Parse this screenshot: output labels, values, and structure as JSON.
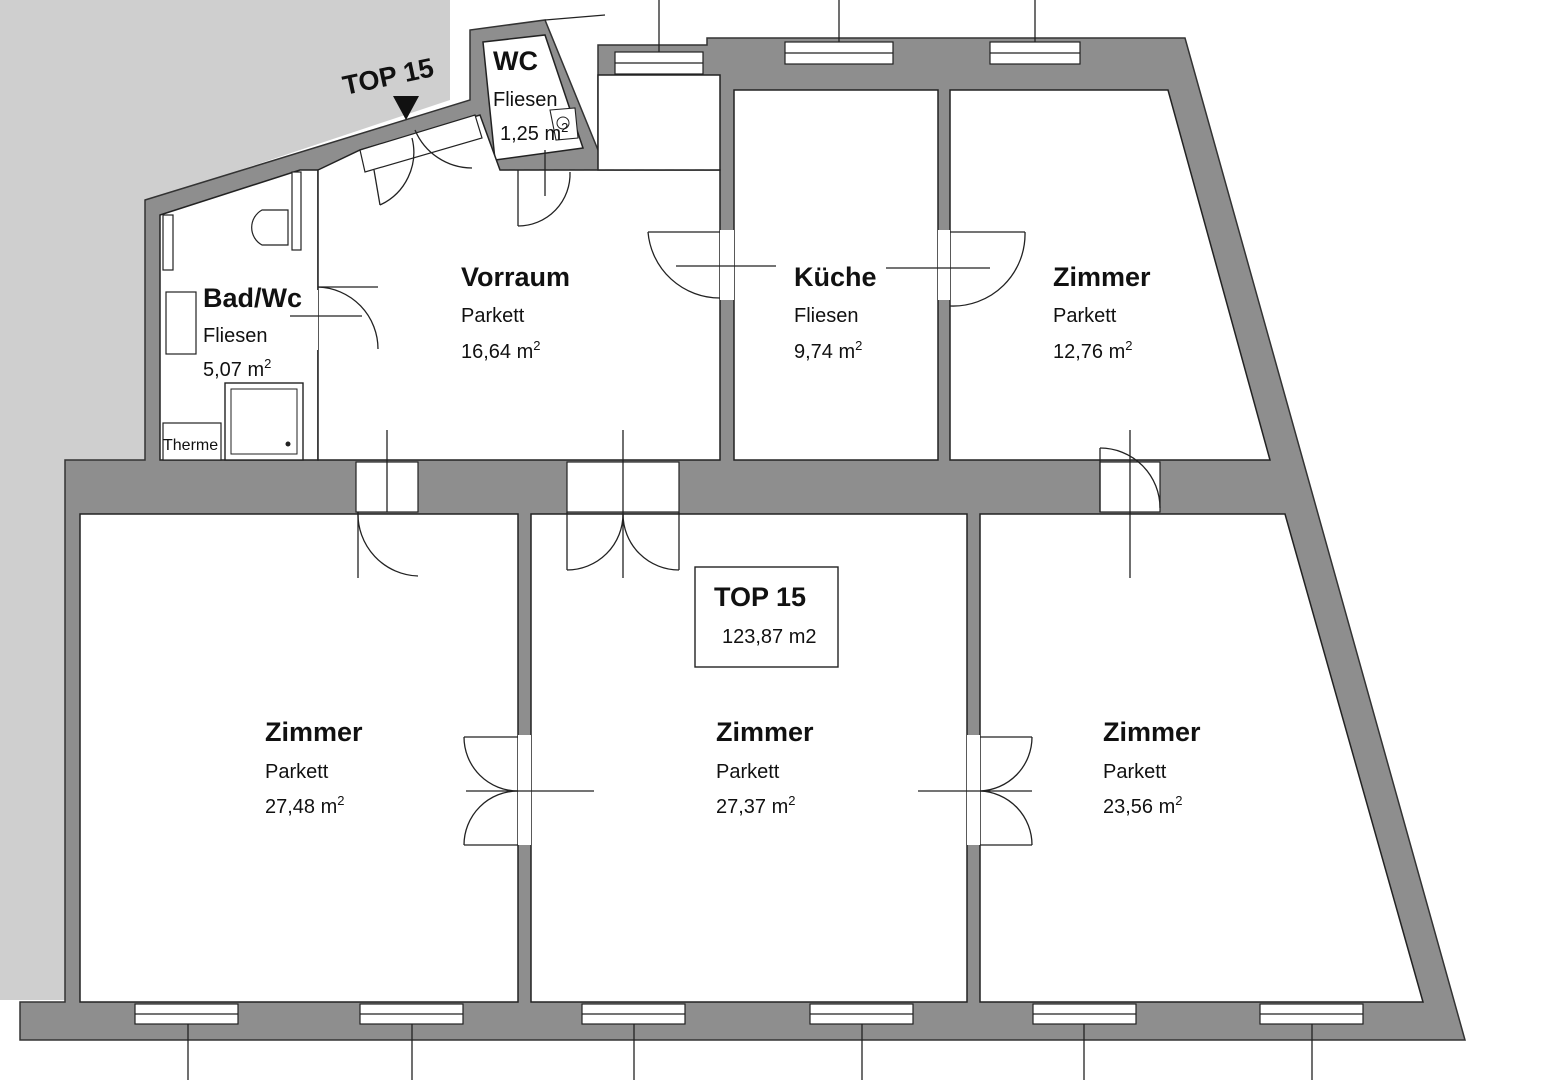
{
  "plan": {
    "entrance_label": "TOP 15",
    "unit_box": {
      "label": "TOP 15",
      "area": "123,87 m2"
    },
    "therme_label": "Therme",
    "unit_sup": "2",
    "rooms": {
      "wc": {
        "name": "WC",
        "floor": "Fliesen",
        "area": "1,25 m"
      },
      "bad": {
        "name": "Bad/Wc",
        "floor": "Fliesen",
        "area": "5,07 m"
      },
      "vorraum": {
        "name": "Vorraum",
        "floor": "Parkett",
        "area": "16,64 m"
      },
      "kueche": {
        "name": "Küche",
        "floor": "Fliesen",
        "area": "9,74 m"
      },
      "zimmer_ne": {
        "name": "Zimmer",
        "floor": "Parkett",
        "area": "12,76 m"
      },
      "zimmer_sw": {
        "name": "Zimmer",
        "floor": "Parkett",
        "area": "27,48 m"
      },
      "zimmer_s": {
        "name": "Zimmer",
        "floor": "Parkett",
        "area": "27,37 m"
      },
      "zimmer_se": {
        "name": "Zimmer",
        "floor": "Parkett",
        "area": "23,56 m"
      }
    }
  }
}
